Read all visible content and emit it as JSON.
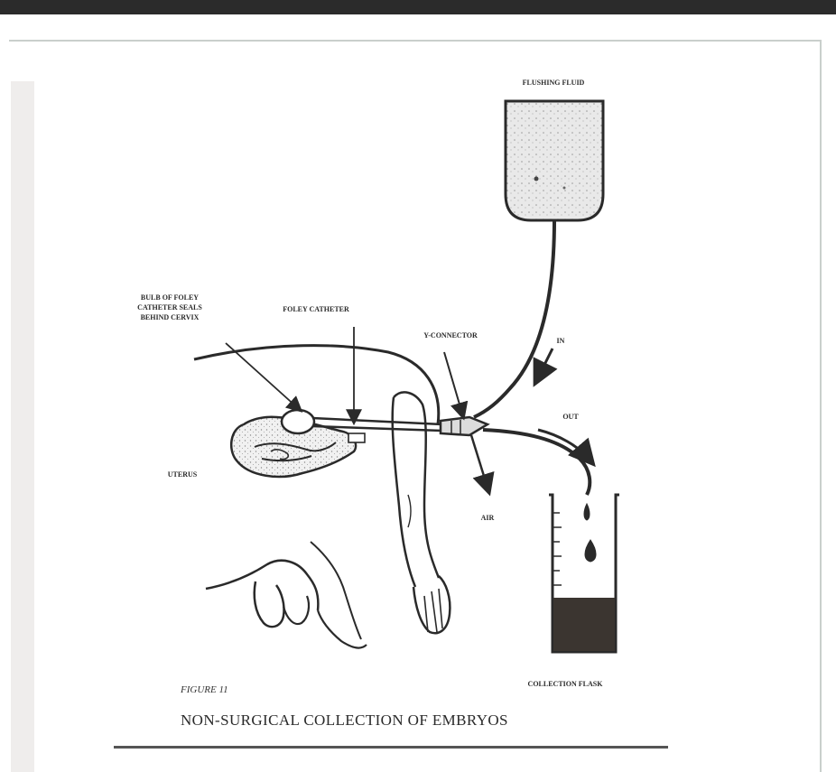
{
  "diagram": {
    "labels": {
      "flushing_fluid": "FLUSHING FLUID",
      "bulb_of_foley": "BULB OF FOLEY\nCATHETER SEALS\nBEHIND CERVIX",
      "foley_catheter": "FOLEY CATHETER",
      "y_connector": "Y-CONNECTOR",
      "in": "IN",
      "out": "OUT",
      "uterus": "UTERUS",
      "air": "AIR",
      "collection_flask": "COLLECTION FLASK"
    },
    "figure_number": "FIGURE 11",
    "caption": "NON-SURGICAL COLLECTION OF EMBRYOS"
  },
  "colors": {
    "ink": "#2a2a2a",
    "fluid_fill": "#e6e6e6",
    "flask_fluid": "#3b3530",
    "top_bar": "#2b2b2b"
  }
}
